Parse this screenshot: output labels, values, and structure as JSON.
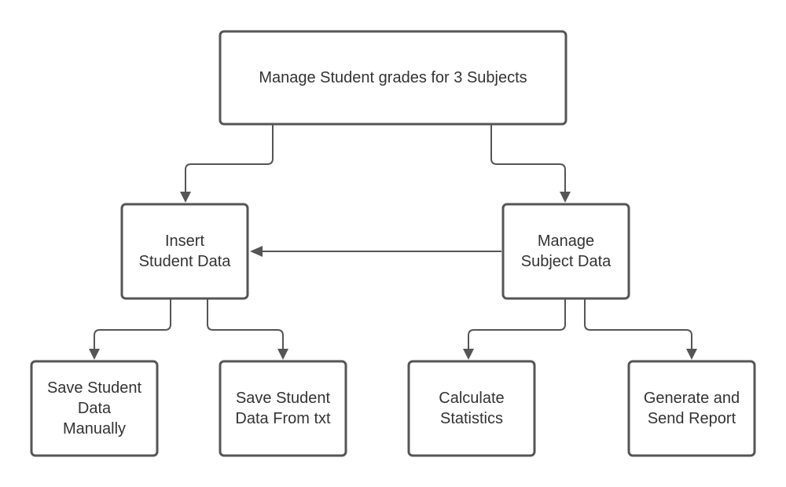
{
  "diagram": {
    "nodes": {
      "root": {
        "lines": [
          "Manage Student grades for 3 Subjects"
        ]
      },
      "insert": {
        "lines": [
          "Insert",
          "Student Data"
        ]
      },
      "manage_subject": {
        "lines": [
          "Manage",
          "Subject Data"
        ]
      },
      "save_manual": {
        "lines": [
          "Save Student",
          "Data",
          "Manually"
        ]
      },
      "save_txt": {
        "lines": [
          "Save Student",
          "Data From txt"
        ]
      },
      "calculate": {
        "lines": [
          "Calculate",
          "Statistics"
        ]
      },
      "report": {
        "lines": [
          "Generate and",
          "Send Report"
        ]
      }
    },
    "edges": [
      {
        "from": "root",
        "to": "insert"
      },
      {
        "from": "root",
        "to": "manage_subject"
      },
      {
        "from": "manage_subject",
        "to": "insert"
      },
      {
        "from": "insert",
        "to": "save_manual"
      },
      {
        "from": "insert",
        "to": "save_txt"
      },
      {
        "from": "manage_subject",
        "to": "calculate"
      },
      {
        "from": "manage_subject",
        "to": "report"
      }
    ],
    "colors": {
      "stroke": "#555555",
      "text": "#333333",
      "background": "#ffffff"
    }
  }
}
